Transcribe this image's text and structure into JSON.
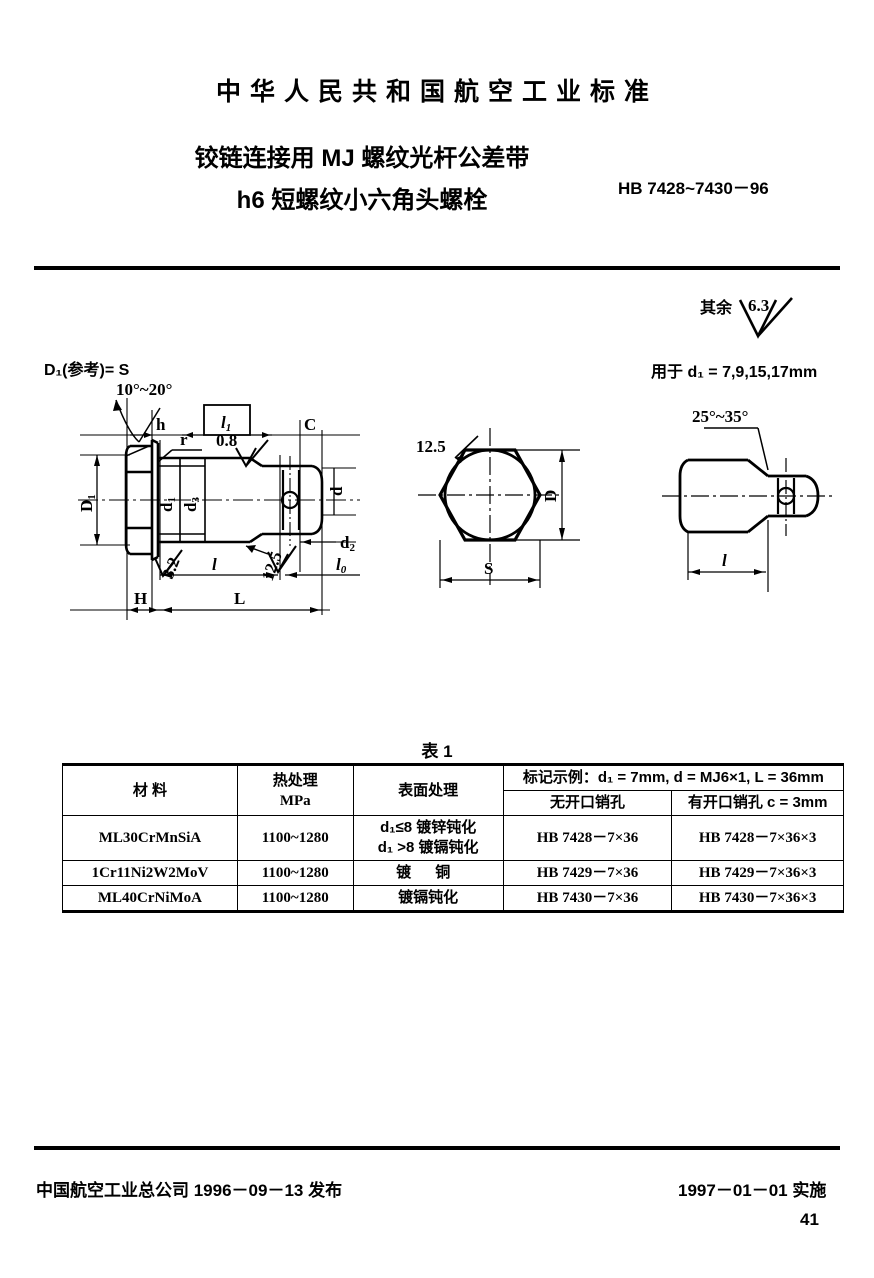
{
  "header": {
    "standard_org_title": "中华人民共和国航空工业标准",
    "doc_title_line1": "铰链连接用 MJ 螺纹光杆公差带",
    "doc_title_line2": "h6 短螺纹小六角头螺栓",
    "standard_number": "HB 7428~7430－96"
  },
  "notes": {
    "remainder_label": "其余",
    "remainder_roughness": "6.3",
    "used_for": "用于 d₁ = 7,9,15,17mm",
    "d1_reference": "D₁(参考)= S"
  },
  "drawing": {
    "labels": {
      "head_taper_angle": "10°~20°",
      "head_height": "h",
      "head_diameter": "D₁",
      "fillet_radius": "r",
      "roughness_shank": "0.8",
      "roughness_bearing": "3.2",
      "roughness_thread": "12.5",
      "roughness_hex_flat": "12.5",
      "shank_diameter": "d₁",
      "undercut_diameter": "d₃",
      "thread_diameter": "d",
      "thread_runout_diameter": "d₂",
      "grip_length": "l",
      "thread_length": "l₀",
      "pin_hole_dim": "l₁",
      "chamfer_note": "C",
      "head_thickness": "H",
      "total_length": "L",
      "hex_across_flats": "S",
      "hex_across_corners": "D",
      "point_chamfer_angle": "25°~35°",
      "pin_hole_position": "l"
    }
  },
  "table": {
    "caption": "表 1",
    "headers": {
      "material": "材       料",
      "heat_treatment_line1": "热处理",
      "heat_treatment_line2": "MPa",
      "surface_treatment": "表面处理",
      "marking_example": "标记示例：d₁ = 7mm, d = MJ6×1, L = 36mm",
      "no_split_pin_hole": "无开口销孔",
      "with_split_pin_hole": "有开口销孔 c = 3mm"
    },
    "rows": [
      {
        "material": "ML30CrMnSiA",
        "heat_treatment": "1100~1280",
        "surface_treatment_line1": "d₁≤8 镀锌钝化",
        "surface_treatment_line2": "d₁ >8 镀镉钝化",
        "no_hole_marking": "HB 7428－7×36",
        "with_hole_marking": "HB 7428－7×36×3"
      },
      {
        "material": "1Cr11Ni2W2MoV",
        "heat_treatment": "1100~1280",
        "surface_treatment_line1": "镀    铜",
        "surface_treatment_line2": "",
        "no_hole_marking": "HB 7429－7×36",
        "with_hole_marking": "HB 7429－7×36×3"
      },
      {
        "material": "ML40CrNiMoA",
        "heat_treatment": "1100~1280",
        "surface_treatment_line1": "镀镉钝化",
        "surface_treatment_line2": "",
        "no_hole_marking": "HB 7430－7×36",
        "with_hole_marking": "HB 7430－7×36×3"
      }
    ]
  },
  "footer": {
    "issuer": "中国航空工业总公司 1996－09－13 发布",
    "effective": "1997－01－01 实施",
    "page_number": "41"
  }
}
